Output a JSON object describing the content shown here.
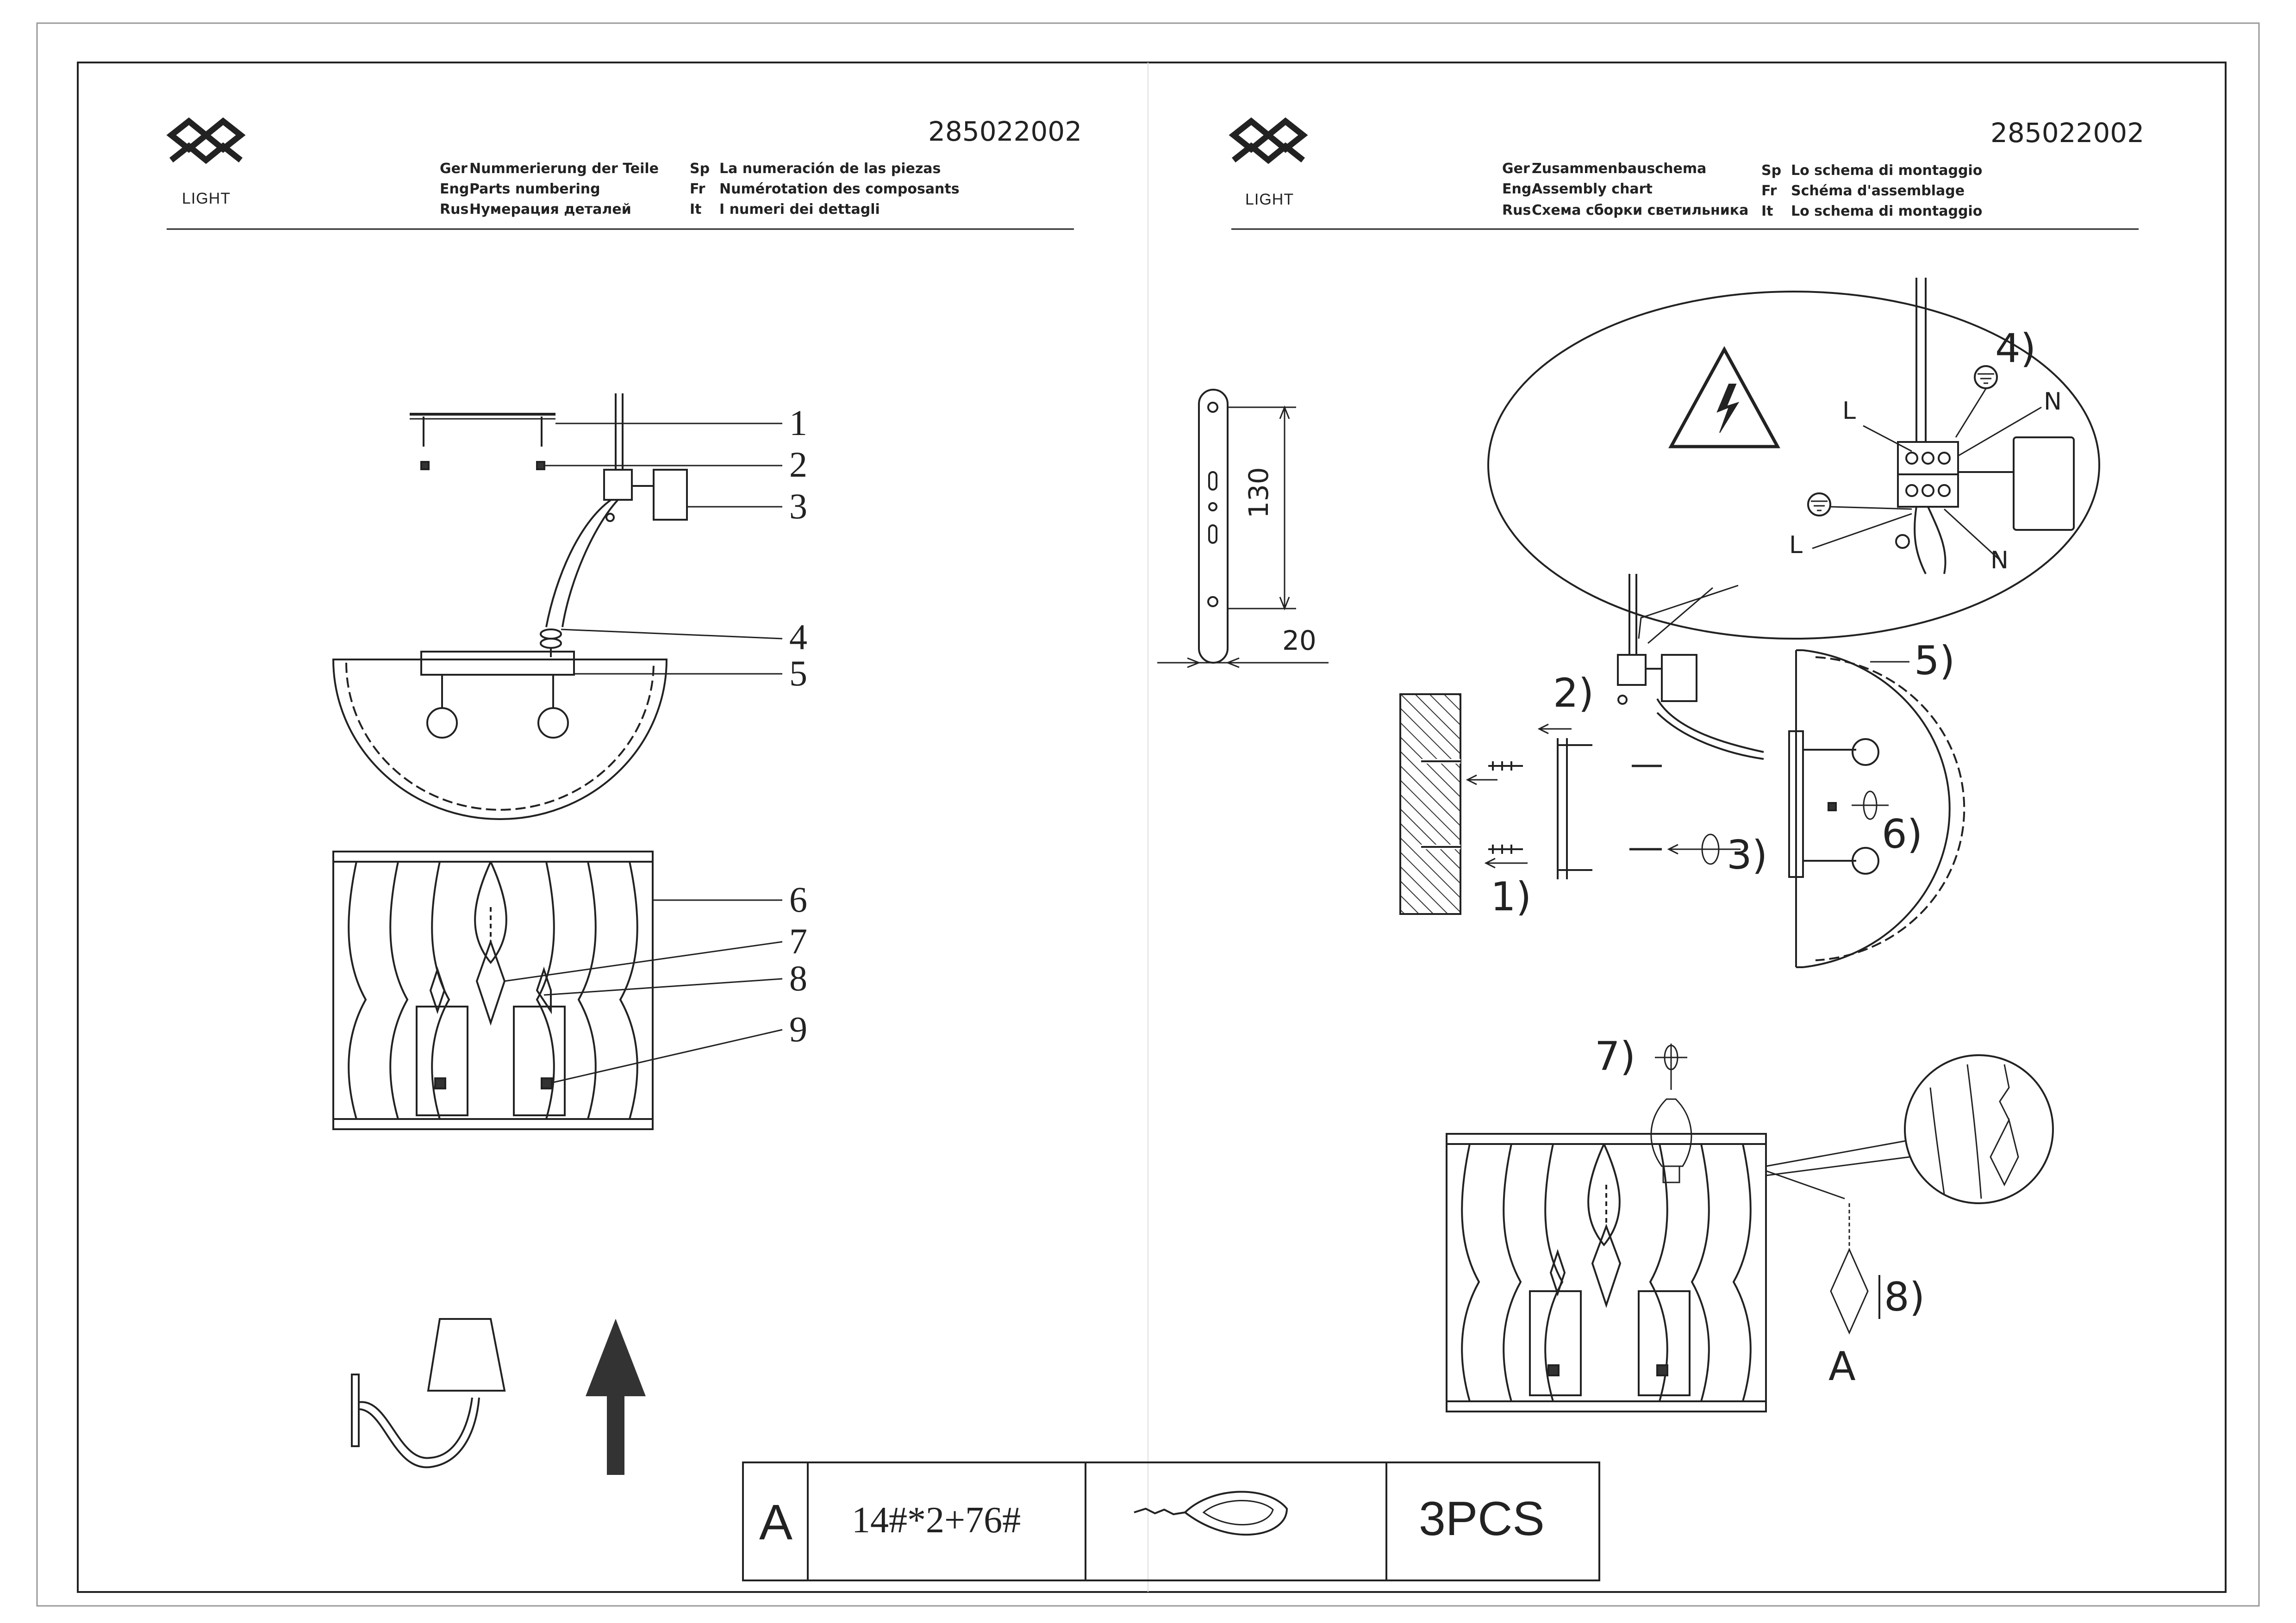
{
  "left_page": {
    "logo_text": "LIGHT",
    "model_code": "285022002",
    "header": [
      {
        "lang": "Ger",
        "text": "Nummerierung der Teile"
      },
      {
        "lang": "Eng",
        "text": "Parts numbering"
      },
      {
        "lang": "Rus",
        "text": "Нумерация деталей"
      },
      {
        "lang": "Sp",
        "text": "La numeración de las piezas"
      },
      {
        "lang": "Fr",
        "text": "Numérotation des composants"
      },
      {
        "lang": "It",
        "text": "I numeri dei dettagli"
      }
    ],
    "part_numbers": [
      "1",
      "2",
      "3",
      "4",
      "5",
      "6",
      "7",
      "8",
      "9"
    ]
  },
  "right_page": {
    "logo_text": "LIGHT",
    "model_code": "285022002",
    "header": [
      {
        "lang": "Ger",
        "text": "Zusammenbauschema"
      },
      {
        "lang": "Eng",
        "text": "Assembly chart"
      },
      {
        "lang": "Rus",
        "text": "Схема сборки светильника"
      },
      {
        "lang": "Sp",
        "text": "Lo schema di montaggio"
      },
      {
        "lang": "Fr",
        "text": "Schéma d'assemblage"
      },
      {
        "lang": "It",
        "text": "Lo schema di montaggio"
      }
    ],
    "dimensions": {
      "height": "130",
      "depth": "20"
    },
    "wire_labels": {
      "live": "L",
      "neutral": "N"
    },
    "steps": [
      "1)",
      "2)",
      "3)",
      "4)",
      "5)",
      "6)",
      "7)",
      "8)"
    ],
    "detail_label": "A"
  },
  "parts_table": {
    "label": "A",
    "spec": "14#*2+76#",
    "quantity": "3PCS"
  }
}
